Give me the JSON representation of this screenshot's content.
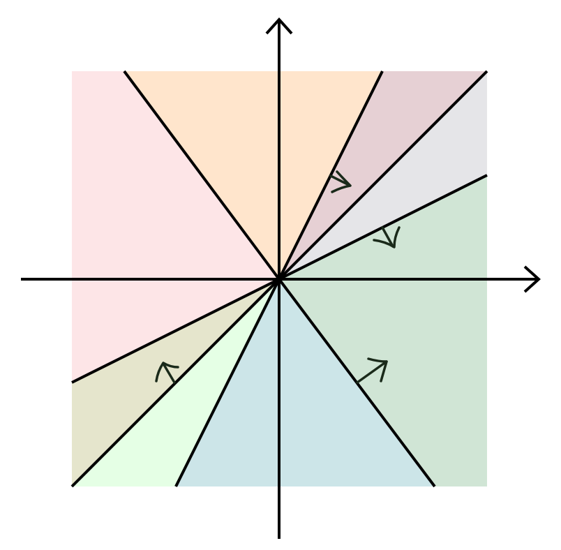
{
  "diagram": {
    "colors": {
      "background": "#ffffff",
      "stroke": "#000000",
      "arrow": "#1a2a1a",
      "regions": {
        "pink": "#fde5e7",
        "orange": "#ffe5cc",
        "mauve": "#e6d0d4",
        "gray": "#e5e5e8",
        "green": "#d0e5d5",
        "teal": "#cce5e8",
        "mint": "#e5ffe5",
        "olive": "#e5e5cc"
      }
    },
    "regions": [
      "pink",
      "orange",
      "mauve",
      "gray",
      "green",
      "teal",
      "mint",
      "olive"
    ],
    "rays": [
      "ray-upper-left",
      "ray-steep-upper-right",
      "ray-diagonal-upper-right",
      "ray-shallow-upper-right",
      "ray-lower-right",
      "ray-steep-lower-left",
      "ray-diagonal-lower-left",
      "ray-shallow-lower-left"
    ],
    "arrows": [
      "arrow-steep-upper-right",
      "arrow-shallow-upper-right",
      "arrow-lower-right",
      "arrow-shallow-lower-left"
    ],
    "axes": [
      "x-axis",
      "y-axis"
    ]
  }
}
